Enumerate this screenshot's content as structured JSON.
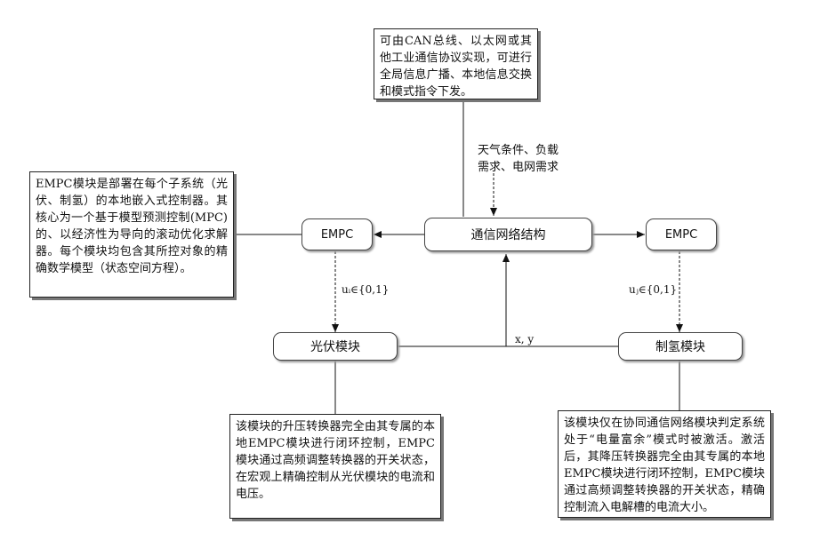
{
  "notes": {
    "comm": "可由CAN总线、以太网或其他工业通信协议实现，可进行全局信息广播、本地信息交换和模式指令下发。",
    "empc_desc": "EMPC模块是部署在每个子系统（光伏、制氢）的本地嵌入式控制器。其核心为一个基于模型预测控制(MPC)的、以经济性为导向的滚动优化求解器。每个模块均包含其所控对象的精确数学模型（状态空间方程）。",
    "pv_desc": "该模块的升压转换器完全由其专属的本地EMPC模块进行闭环控制，EMPC模块通过高频调整转换器的开关状态，在宏观上精确控制从光伏模块的电流和电压。",
    "h2_desc": "该模块仅在协同通信网络模块判定系统处于“电量富余”模式时被激活。激活后，其降压转换器完全由其专属的本地EMPC模块进行闭环控制，EMPC模块通过高频调整转换器的开关状态，精确控制流入电解槽的电流大小。"
  },
  "nodes": {
    "network": "通信网络结构",
    "empc_left": "EMPC",
    "empc_right": "EMPC",
    "pv": "光伏模块",
    "h2": "制氢模块"
  },
  "labels": {
    "inputs": "天气条件、负载需求、电网需求",
    "u_left": "uᵢ∈{0,1}",
    "u_right": "uⱼ∈{0,1}",
    "xy": "x, y"
  }
}
